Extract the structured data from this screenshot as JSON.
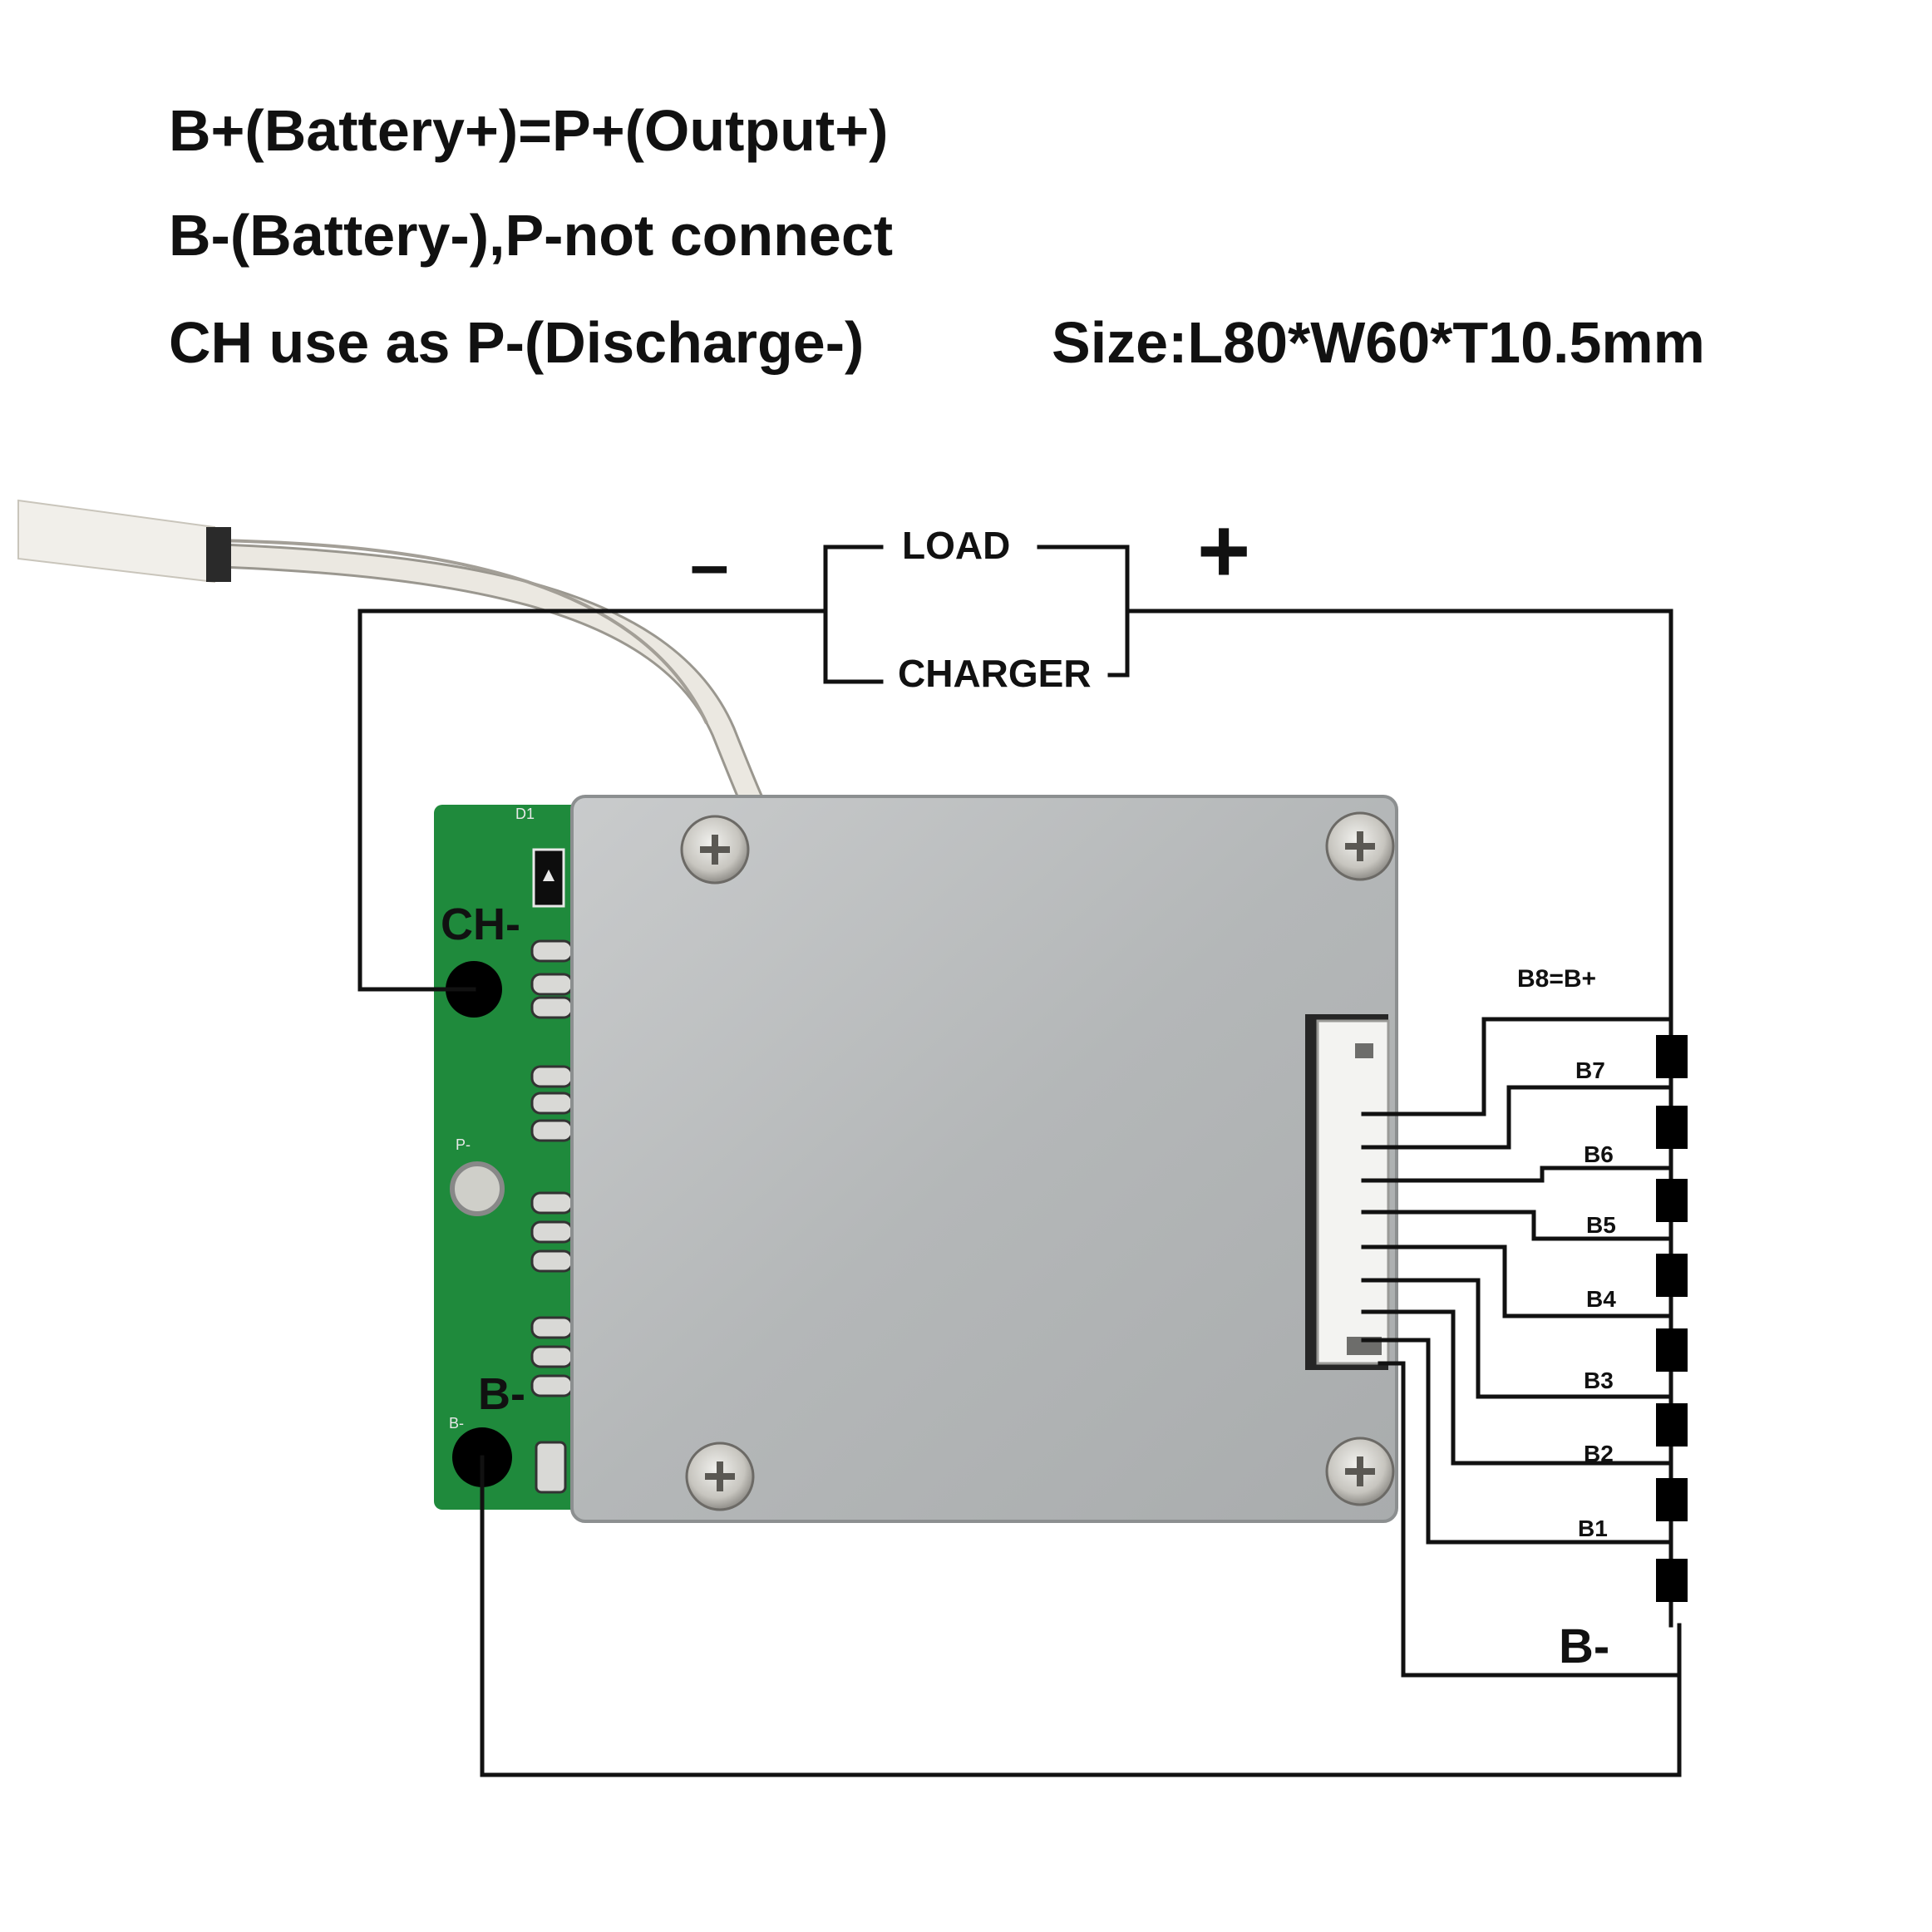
{
  "notes": {
    "line1": "B+(Battery+)=P+(Output+)",
    "line2": "B-(Battery-),P-not connect",
    "line3": "CH use as P-(Discharge-)",
    "size": "Size:L80*W60*T10.5mm"
  },
  "load_block": {
    "minus": "–",
    "plus": "+",
    "load": "LOAD",
    "charger": "CHARGER"
  },
  "board": {
    "ch_label": "CH-",
    "b_label": "B-",
    "pcb_p_marking": "P-",
    "pcb_b_marking": "B-",
    "pcb_d_marking": "D1"
  },
  "cells": {
    "b8_label": "B8=B+",
    "b7": "B7",
    "b6": "B6",
    "b5": "B5",
    "b4": "B4",
    "b3": "B3",
    "b2": "B2",
    "b1": "B1",
    "bminus": "B-"
  },
  "colors": {
    "pcb_green": "#1f8a3c",
    "metal_plate": "#b9bcbd",
    "wire": "#111111",
    "cable": "#e9e6df"
  }
}
